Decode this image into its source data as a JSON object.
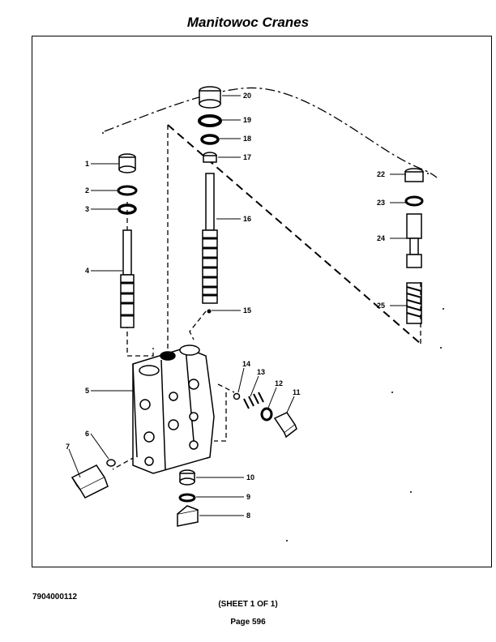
{
  "header": {
    "title": "Manitowoc Cranes"
  },
  "footer": {
    "document_number": "7904000112",
    "sheet": "(SHEET 1 OF 1)",
    "page": "Page 596"
  },
  "callouts": [
    {
      "label": "20"
    },
    {
      "label": "19"
    },
    {
      "label": "18"
    },
    {
      "label": "17"
    },
    {
      "label": "16"
    },
    {
      "label": "15"
    },
    {
      "label": "1"
    },
    {
      "label": "2"
    },
    {
      "label": "3"
    },
    {
      "label": "4"
    },
    {
      "label": "5"
    },
    {
      "label": "6"
    },
    {
      "label": "7"
    },
    {
      "label": "14"
    },
    {
      "label": "13"
    },
    {
      "label": "12"
    },
    {
      "label": "11"
    },
    {
      "label": "10"
    },
    {
      "label": "9"
    },
    {
      "label": "8"
    },
    {
      "label": "22"
    },
    {
      "label": "23"
    },
    {
      "label": "24"
    },
    {
      "label": "25"
    }
  ]
}
